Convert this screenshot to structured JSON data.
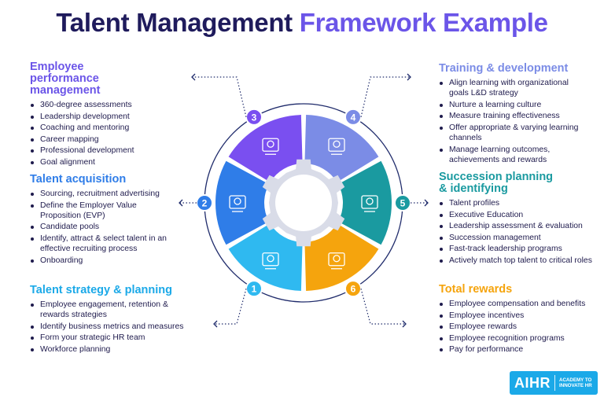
{
  "title": {
    "part1": "Talent Management",
    "part2": "Framework Example"
  },
  "colors": {
    "seg1": "#2fb9f0",
    "seg2": "#2f7de8",
    "seg3": "#7a4ff0",
    "seg4": "#7b8ce6",
    "seg5": "#1a9aa0",
    "seg6": "#f5a40d",
    "ring": "#1f2b6b",
    "gear": "#d9dce8"
  },
  "segments": [
    {
      "number": "1",
      "icon": "cart-icon"
    },
    {
      "number": "2",
      "icon": "team-icon"
    },
    {
      "number": "3",
      "icon": "settings-person-icon"
    },
    {
      "number": "4",
      "icon": "certificate-icon"
    },
    {
      "number": "5",
      "icon": "handover-icon"
    },
    {
      "number": "6",
      "icon": "coins-shield-icon"
    }
  ],
  "sections": {
    "performance": {
      "heading": "Employee performance management",
      "color": "#6b55e8",
      "items": [
        "360-degree assessments",
        "Leadership development",
        "Coaching and mentoring",
        "Career mapping",
        "Professional development",
        "Goal alignment"
      ]
    },
    "acquisition": {
      "heading": "Talent acquisition",
      "color": "#2f7de8",
      "items": [
        "Sourcing, recruitment advertising",
        "Define the Employer Value Proposition (EVP)",
        "Candidate pools",
        "Identify, attract & select talent in an effective recruiting process",
        "Onboarding"
      ]
    },
    "strategy": {
      "heading": "Talent strategy & planning",
      "color": "#1ba9e8",
      "items": [
        "Employee engagement, retention & rewards strategies",
        "Identify business metrics and measures",
        "Form your strategic HR team",
        "Workforce planning"
      ]
    },
    "training": {
      "heading": "Training & development",
      "color": "#7b8ce6",
      "items": [
        "Align learning with organizational goals L&D strategy",
        "Nurture a learning culture",
        "Measure training effectiveness",
        "Offer appropriate & varying learning channels",
        "Manage learning outcomes, achievements and rewards"
      ]
    },
    "succession": {
      "heading": "Succession planning & identifying",
      "color": "#1a9aa0",
      "items": [
        "Talent profiles",
        "Executive Education",
        "Leadership assessment & evaluation",
        "Succession management",
        "Fast-track leadership programs",
        "Actively match top talent to critical roles"
      ]
    },
    "rewards": {
      "heading": "Total rewards",
      "color": "#f5a40d",
      "items": [
        "Employee compensation and benefits",
        "Employee incentives",
        "Employee rewards",
        "Employee recognition programs",
        "Pay for performance"
      ]
    }
  },
  "logo": {
    "word": "AIHR",
    "tagline_line1": "ACADEMY TO",
    "tagline_line2": "INNOVATE HR"
  }
}
